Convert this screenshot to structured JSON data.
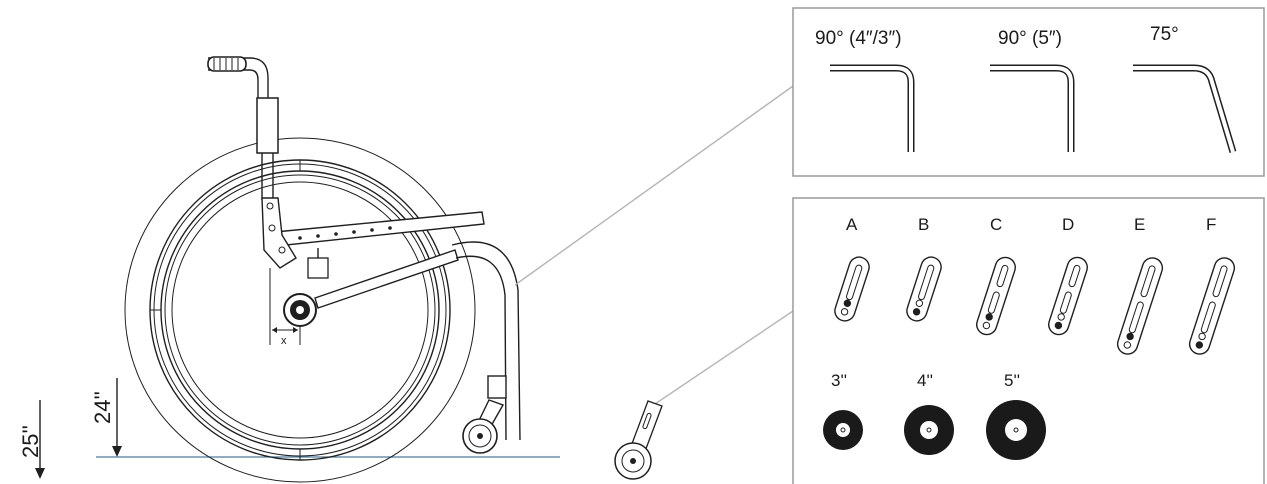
{
  "measurements": {
    "seat_height_a": "25''",
    "seat_height_b": "24''",
    "axle_offset": "x"
  },
  "backrest_options": [
    {
      "label": "90° (4″/3″)"
    },
    {
      "label": "90° (5″)"
    },
    {
      "label": "75°"
    }
  ],
  "fork_options": [
    {
      "label": "A"
    },
    {
      "label": "B"
    },
    {
      "label": "C"
    },
    {
      "label": "D"
    },
    {
      "label": "E"
    },
    {
      "label": "F"
    }
  ],
  "caster_options": [
    {
      "label": "3''"
    },
    {
      "label": "4''"
    },
    {
      "label": "5''"
    }
  ],
  "colors": {
    "line": "#1f1f1f",
    "panel_border": "#9a9a9a",
    "leader": "#b8b8b8",
    "ground": "#4d7aa0"
  }
}
